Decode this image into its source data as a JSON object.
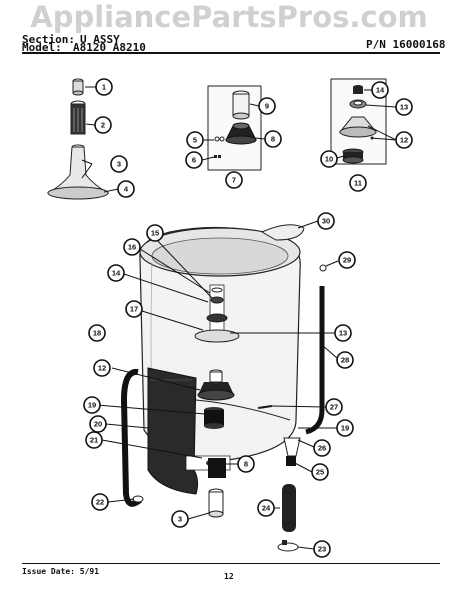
{
  "watermark": "AppliancePartsPros.com",
  "header": {
    "section_label": "Section:",
    "section_value": "U  ASSY",
    "model_label": "Model:",
    "model_value": "A8120  A8210",
    "pn": "P/N 16000168"
  },
  "footer": {
    "issue_date": "Issue Date: 5/91",
    "page_number": "12"
  },
  "callouts": [
    "1",
    "2",
    "3",
    "4",
    "5",
    "6",
    "7",
    "8",
    "9",
    "10",
    "11",
    "12",
    "13",
    "14",
    "15",
    "16",
    "17",
    "18",
    "19",
    "20",
    "21",
    "22",
    "23",
    "24",
    "25",
    "26",
    "27",
    "28",
    "29",
    "30"
  ]
}
